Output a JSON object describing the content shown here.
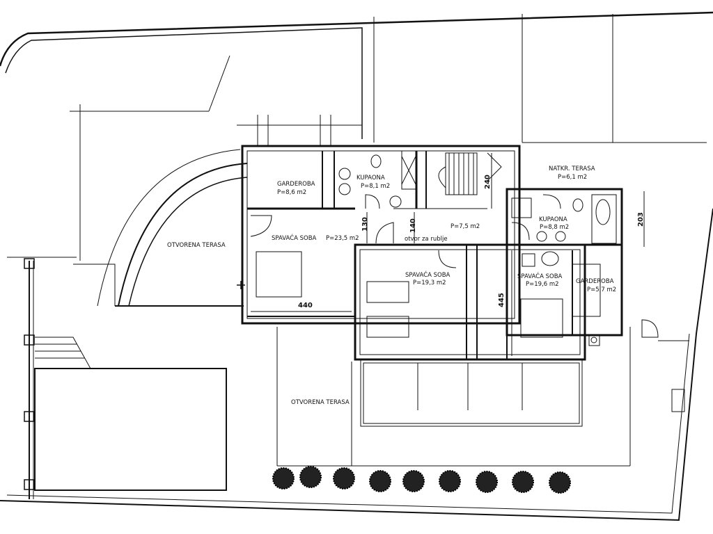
{
  "plan": {
    "rooms": [
      {
        "name": "GARDEROBA",
        "area": "P=8,6 m2"
      },
      {
        "name": "KUPAONA",
        "area": "P=8,1 m2"
      },
      {
        "name": "SPAVAĆA SOBA",
        "area": "P=23,5 m2"
      },
      {
        "name": "",
        "area": "P=7,5 m2"
      },
      {
        "name": "NATKR. TERASA",
        "area": "P=6,1 m2"
      },
      {
        "name": "KUPAONA",
        "area": "P=8,8 m2"
      },
      {
        "name": "SPAVAĆA SOBA",
        "area": "P=19,3 m2"
      },
      {
        "name": "SPAVAĆA SOBA",
        "area": "P=19,6 m2"
      },
      {
        "name": "GARDEROBA",
        "area": "P=5,7 m2"
      }
    ],
    "terraces": [
      "OTVORENA TERASA",
      "OTVORENA TERASA"
    ],
    "note": "otvor za rublje",
    "dimensions": [
      "130",
      "140",
      "240",
      "203",
      "440",
      "445"
    ]
  }
}
